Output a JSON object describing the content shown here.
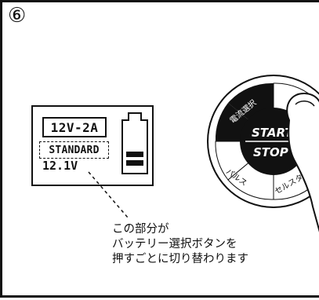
{
  "step": {
    "number": "⑥"
  },
  "display": {
    "mode": "12V-2A",
    "battery_type": "STANDARD",
    "voltage": "12.1V",
    "icon": "battery-level-icon"
  },
  "dial": {
    "center_top": "START",
    "center_bottom": "STOP",
    "segments": [
      "電流選択",
      "パルス",
      "セルスタ",
      "パ"
    ]
  },
  "caption": {
    "line1": "この部分が",
    "line2": "バッテリー選択ボタンを",
    "line3": "押すごとに切り替わります"
  }
}
